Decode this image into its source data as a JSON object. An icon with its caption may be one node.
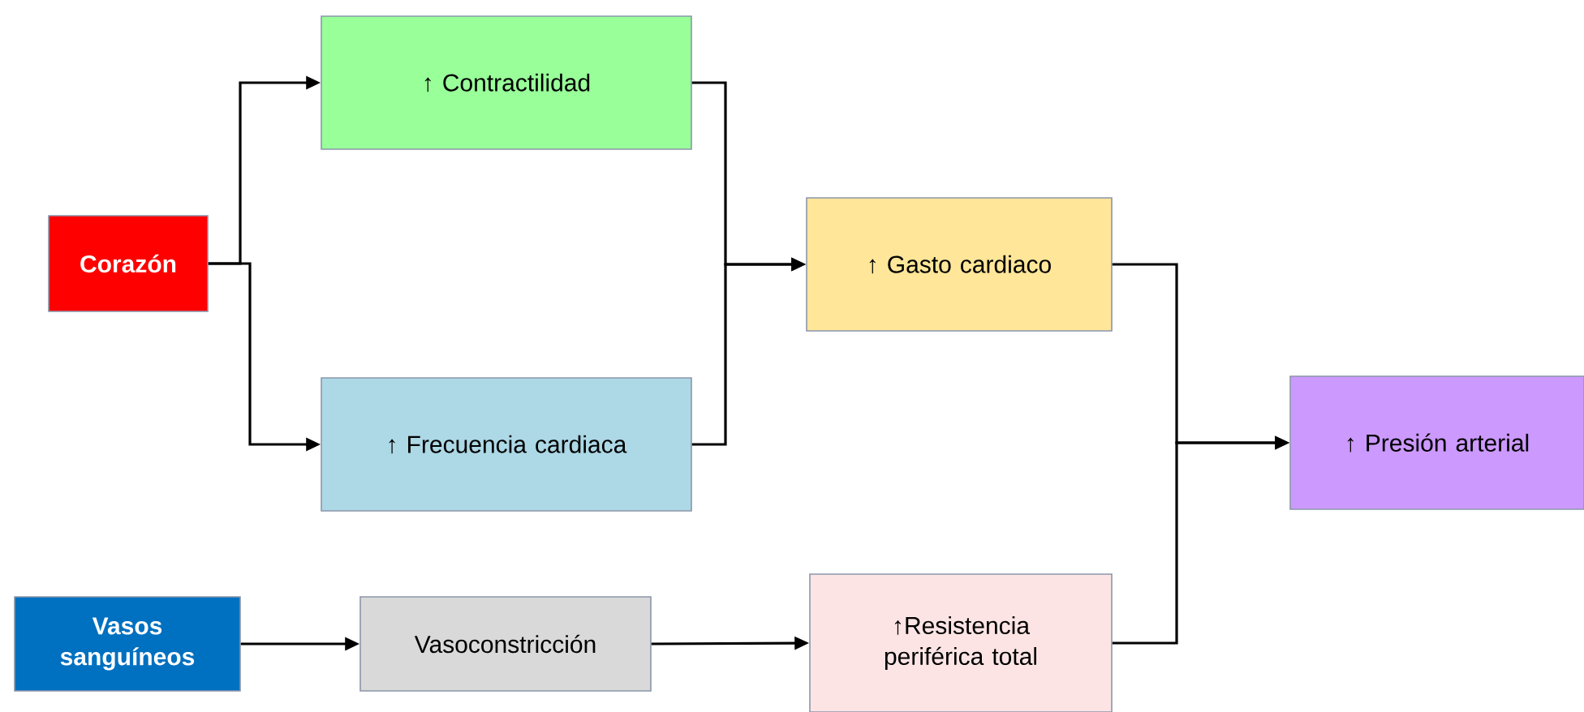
{
  "diagram": {
    "nodes": [
      {
        "text": [
          "Corazón"
        ]
      },
      {
        "text": [
          "↑ Contractilidad"
        ]
      },
      {
        "text": [
          "↑ Frecuencia cardiaca"
        ]
      },
      {
        "text": [
          "↑ Gasto cardiaco"
        ]
      },
      {
        "text": [
          "↑ Presión arterial"
        ]
      },
      {
        "text": [
          "Vasos sanguíneos"
        ]
      },
      {
        "text": [
          "Vasoconstricción"
        ]
      },
      {
        "text": [
          "↑Resistencia periférica total"
        ]
      }
    ],
    "edges": [
      {
        "from": 0,
        "to": 1,
        "arrow": "to"
      },
      {
        "from": 0,
        "to": 2,
        "arrow": "to"
      },
      {
        "from": 1,
        "to": 3,
        "arrow": "to"
      },
      {
        "from": 2,
        "to": 3,
        "arrow": "to"
      },
      {
        "from": 3,
        "to": 4,
        "arrow": "to"
      },
      {
        "from": 7,
        "to": 4,
        "arrow": "to"
      },
      {
        "from": 5,
        "to": 6,
        "arrow": "to"
      },
      {
        "from": 6,
        "to": 7,
        "arrow": "to"
      }
    ]
  }
}
